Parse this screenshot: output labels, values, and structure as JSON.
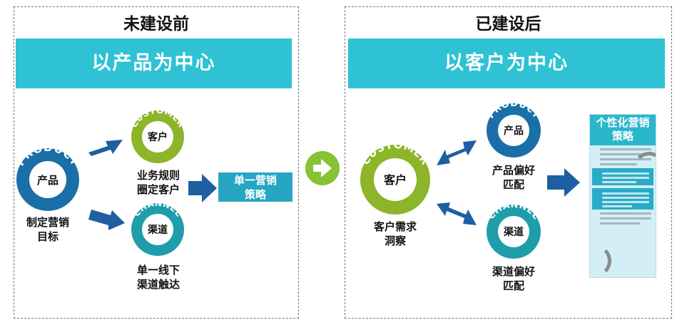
{
  "before": {
    "title": "未建设前",
    "banner": "以产品为中心",
    "product": {
      "ring": "PRODUCT",
      "inner": "产品",
      "caption_lines": [
        "制定营销",
        "目标"
      ]
    },
    "customer": {
      "ring": "CUSTOMER",
      "inner": "客户",
      "caption_lines": [
        "业务规则",
        "圈定客户"
      ]
    },
    "channel": {
      "ring": "CHANNEL",
      "inner": "渠道",
      "caption_lines": [
        "单一线下",
        "渠道触达"
      ]
    },
    "result_box_lines": [
      "单一营销",
      "策略"
    ]
  },
  "after": {
    "title": "已建设后",
    "banner": "以客户为中心",
    "customer": {
      "ring": "CUSTOMER",
      "inner": "客户",
      "caption_lines": [
        "客户需求",
        "洞察"
      ]
    },
    "product": {
      "ring": "PRODUCT",
      "inner": "产品",
      "caption_lines": [
        "产品偏好",
        "匹配"
      ]
    },
    "channel": {
      "ring": "CHANNEL",
      "inner": "渠道",
      "caption_lines": [
        "渠道偏好",
        "匹配"
      ]
    },
    "doc_title_lines": [
      "个性化营销",
      "策略"
    ]
  },
  "colors": {
    "banner": "#2ec2d4",
    "product_ring": "#1b6fa8",
    "customer_ring": "#8cb529",
    "channel_ring": "#1f9dab",
    "arrow": "#1d5fa0",
    "next_arrow": "#86c232"
  },
  "icons": {
    "next": "right-arrow-circle-icon"
  }
}
